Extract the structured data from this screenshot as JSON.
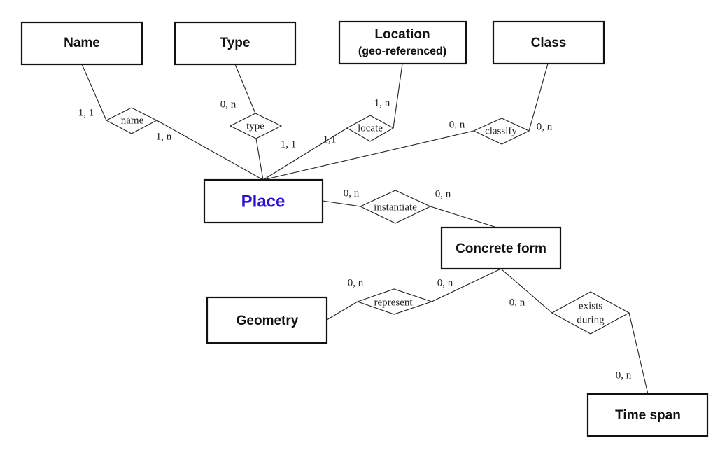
{
  "diagram": {
    "type": "entity-relationship",
    "entities": {
      "name": {
        "label": "Name"
      },
      "type": {
        "label": "Type"
      },
      "location": {
        "label": "Location",
        "sublabel": "(geo-referenced)"
      },
      "class": {
        "label": "Class"
      },
      "place": {
        "label": "Place",
        "color": "#2a10d8"
      },
      "concrete_form": {
        "label": "Concrete form"
      },
      "geometry": {
        "label": "Geometry"
      },
      "time_span": {
        "label": "Time span"
      }
    },
    "relationships": {
      "name": {
        "label": "name",
        "from": "Place",
        "to": "Name",
        "card_from": "1, n",
        "card_to": "1, 1"
      },
      "type": {
        "label": "type",
        "from": "Place",
        "to": "Type",
        "card_from": "1, 1",
        "card_to": "0, n"
      },
      "locate": {
        "label": "locate",
        "from": "Place",
        "to": "Location",
        "card_from": "1,1",
        "card_to": "1, n"
      },
      "classify": {
        "label": "classify",
        "from": "Place",
        "to": "Class",
        "card_from": "0, n",
        "card_to": "0, n"
      },
      "instantiate": {
        "label": "instantiate",
        "from": "Place",
        "to": "Concrete form",
        "card_from": "0, n",
        "card_to": "0, n"
      },
      "represent": {
        "label": "represent",
        "from": "Geometry",
        "to": "Concrete form",
        "card_from": "0, n",
        "card_to": "0, n"
      },
      "exists_during": {
        "label_line1": "exists",
        "label_line2": "during",
        "from": "Concrete form",
        "to": "Time span",
        "card_from": "0, n",
        "card_to": "0, n"
      }
    }
  }
}
